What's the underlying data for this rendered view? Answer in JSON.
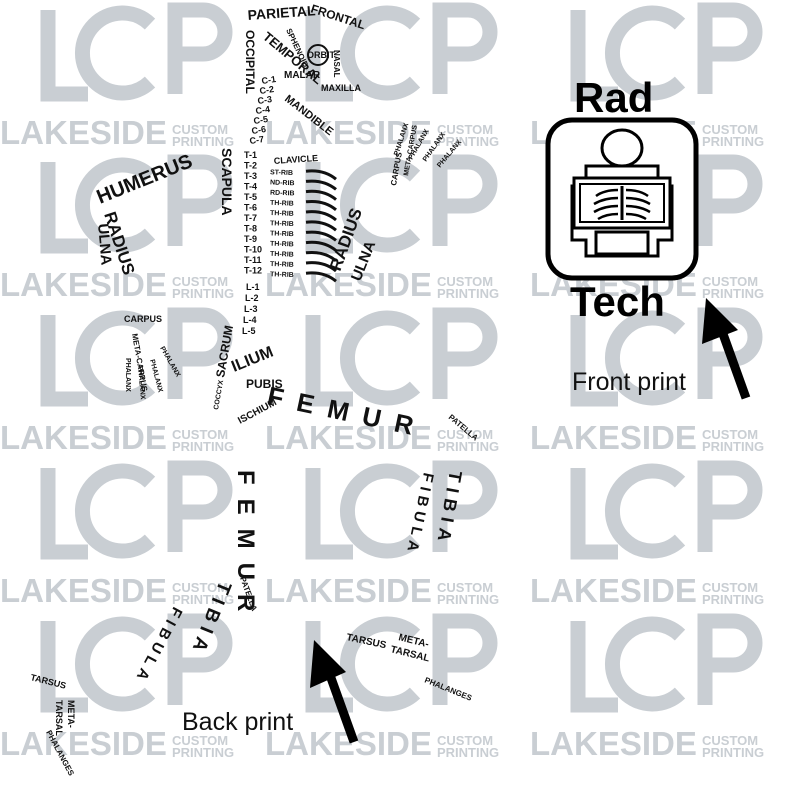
{
  "watermark": {
    "brand": "LAKESIDE",
    "line1": "CUSTOM",
    "line2": "PRINTING",
    "logo": "LCP"
  },
  "design": {
    "front": {
      "title_top": "Rad",
      "title_bottom": "Tech",
      "caption": "Front print",
      "icon": "xray-technician-icon"
    },
    "back": {
      "caption": "Back print"
    },
    "bones": {
      "parietal": "PARIETAL",
      "frontal": "FRONTAL",
      "sphenoid": "SPHENOID",
      "orbit": "ORBIT",
      "nasal": "NASAL",
      "temporal": "TEMPORAL",
      "occipital": "OCCIPITAL",
      "malar": "MALAR",
      "maxilla": "MAXILLA",
      "mandible": "MANDIBLE",
      "cervical": [
        "C-1",
        "C-2",
        "C-3",
        "C-4",
        "C-5",
        "C-6",
        "C-7"
      ],
      "thoracic": [
        "T-1",
        "T-2",
        "T-3",
        "T-4",
        "T-5",
        "T-6",
        "T-7",
        "T-8",
        "T-9",
        "T-10",
        "T-11",
        "T-12"
      ],
      "lumbar": [
        "L-1",
        "L-2",
        "L-3",
        "L-4",
        "L-5"
      ],
      "ribs": [
        "CLAVICLE",
        "ST-RIB",
        "ND-RIB",
        "RD-RIB",
        "TH-RIB",
        "TH-RIB",
        "TH-RIB",
        "TH-RIB",
        "TH-RIB",
        "TH-RIB",
        "TH-RIB",
        "TH-RIB"
      ],
      "scapula": "SCAPULA",
      "humerus": "HUMERUS",
      "radius": "RADIUS",
      "ulna": "ULNA",
      "carpus": "CARPUS",
      "meta_carpus": "META-CARPUS",
      "phalanx": "PHALANX",
      "sacrum": "SACRUM",
      "coccyx": "COCCYX",
      "ilium": "ILIUM",
      "pubis": "PUBIS",
      "ischium": "ISCHIUM",
      "femur": "FEMUR",
      "patella": "PATELLA",
      "tibia": "TIBIA",
      "fibula": "FIBULA",
      "tarsus": "TARSUS",
      "meta": "META-",
      "tarsal": "TARSAL",
      "phalanges": "PHALANGES"
    }
  }
}
